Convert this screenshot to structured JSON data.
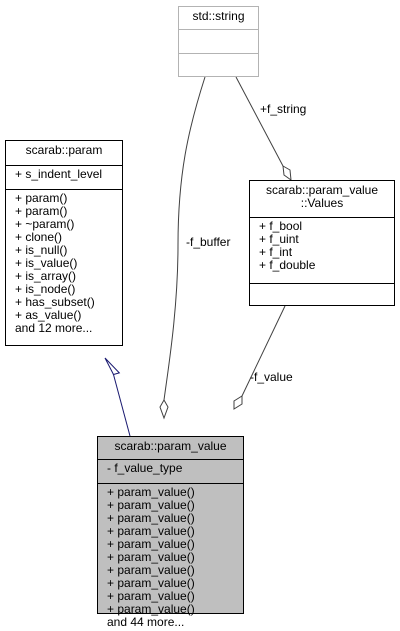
{
  "std_string": {
    "title": "std::string",
    "attributes": [],
    "methods": []
  },
  "param": {
    "title": "scarab::param",
    "attributes": [
      "+ s_indent_level"
    ],
    "methods": [
      "+ param()",
      "+ param()",
      "+ ~param()",
      "+ clone()",
      "+ is_null()",
      "+ is_value()",
      "+ is_array()",
      "+ is_node()",
      "+ has_subset()",
      "+ as_value()",
      "and 12 more..."
    ]
  },
  "values": {
    "title_line1": "scarab::param_value",
    "title_line2": "::Values",
    "attributes": [
      "+ f_bool",
      "+ f_uint",
      "+ f_int",
      "+ f_double"
    ],
    "methods": []
  },
  "param_value": {
    "title": "scarab::param_value",
    "attributes": [
      "- f_value_type"
    ],
    "methods": [
      "+ param_value()",
      "+ param_value()",
      "+ param_value()",
      "+ param_value()",
      "+ param_value()",
      "+ param_value()",
      "+ param_value()",
      "+ param_value()",
      "+ param_value()",
      "+ param_value()",
      "and 44 more..."
    ]
  },
  "edge_labels": {
    "f_buffer": "-f_buffer",
    "f_string": "+f_string",
    "f_value": "-f_value"
  },
  "colors": {
    "inheritance_edge": "#191970",
    "composition_edge": "#404040",
    "selected_fill": "#bfbfbf",
    "unused_border": "#b3b3b3"
  }
}
